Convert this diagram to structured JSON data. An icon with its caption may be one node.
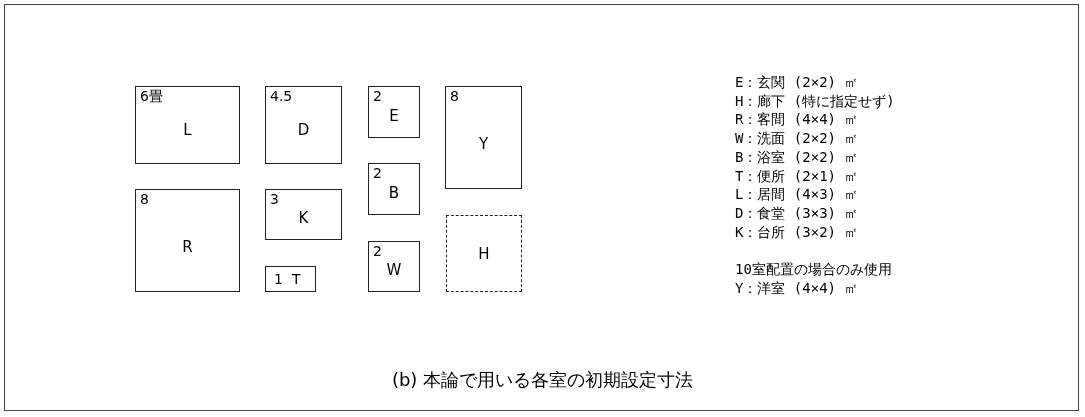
{
  "diagram": {
    "caption": "(b) 本論で用いる各室の初期設定寸法",
    "nodes": [
      {
        "text": [
          "6畳",
          "L"
        ]
      },
      {
        "text": [
          "4.5",
          "D"
        ]
      },
      {
        "text": [
          "2",
          "E"
        ]
      },
      {
        "text": [
          "8",
          "Y"
        ]
      },
      {
        "text": [
          "2",
          "B"
        ]
      },
      {
        "text": [
          "8",
          "R"
        ]
      },
      {
        "text": [
          "3",
          "K"
        ]
      },
      {
        "text": [
          "H"
        ]
      },
      {
        "text": [
          "1",
          "T"
        ]
      },
      {
        "text": [
          "2",
          "W"
        ]
      }
    ],
    "labels": [
      "E：玄関 (2×2) ㎡",
      "H：廊下 (特に指定せず)",
      "R：客間 (4×4) ㎡",
      "W：洗面 (2×2) ㎡",
      "B：浴室 (2×2) ㎡",
      "T：便所 (2×1) ㎡",
      "L：居間 (4×3) ㎡",
      "D：食堂 (3×3) ㎡",
      "K：台所 (3×2) ㎡",
      "10室配置の場合のみ使用",
      "Y：洋室 (4×4) ㎡"
    ]
  }
}
